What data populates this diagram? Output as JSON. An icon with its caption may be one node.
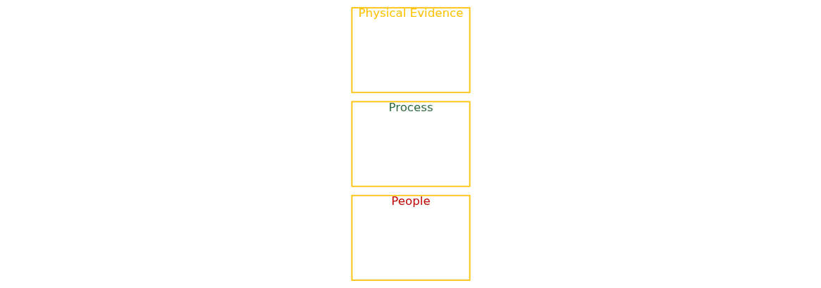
{
  "diagram": {
    "nodes": [
      {
        "text": [
          "People"
        ]
      },
      {
        "text": [
          "Process"
        ]
      },
      {
        "text": [
          "Physical Evidence"
        ]
      }
    ],
    "edges": []
  }
}
